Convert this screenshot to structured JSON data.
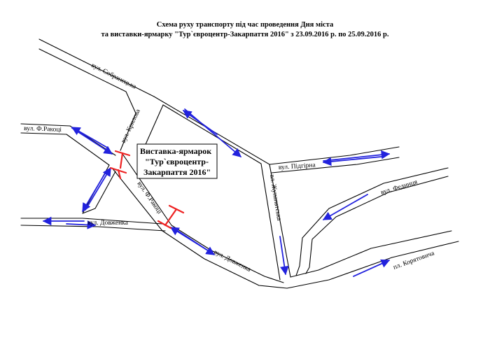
{
  "title": {
    "line1": "Схема руху транспорту під час проведення Дня міста",
    "line2": "та виставки-ярмарку \"Тур`євроцентр-Закарпаття 2016\" з 23.09.2016 р. по 25.09.2016 р."
  },
  "exhibition": {
    "line1": "Виставка-ярмарок",
    "line2": "\"Тур`євроцентр-",
    "line3": "Закарпаття 2016\""
  },
  "streets": {
    "sobranetska": "вул. Собранецька",
    "krylova": "вул. Крилова",
    "rakoci_left": "вул. Ф.Ракоці",
    "rakoci_diag": "вул. Ф.Ракоці",
    "dovzhenka_left": "вул. Довженка",
    "dovzhenka_diag": "вул. Довженка",
    "pidhirna": "вул. Підгірна",
    "zhupanatska": "вл. Жупанатська",
    "fedyntsia": "вул. Фединця",
    "koriatovycha": "пл. Корятовича"
  },
  "colors": {
    "arrow": "#2222dd",
    "blocked": "#ee2222",
    "road": "#000000"
  }
}
